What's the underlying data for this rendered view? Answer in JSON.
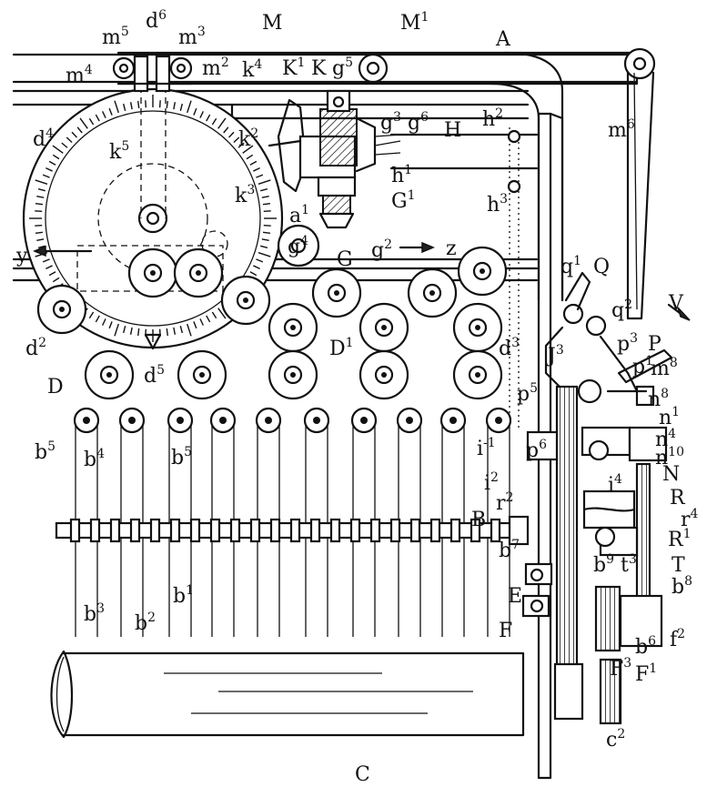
{
  "figure": {
    "background": "#ffffff",
    "ink": "#111111"
  },
  "labels": [
    {
      "id": "M",
      "base": "M",
      "sup": ""
    },
    {
      "id": "M1",
      "base": "M",
      "sup": "1"
    },
    {
      "id": "A",
      "base": "A",
      "sup": ""
    },
    {
      "id": "m5",
      "base": "m",
      "sup": "5"
    },
    {
      "id": "d6",
      "base": "d",
      "sup": "6"
    },
    {
      "id": "m3",
      "base": "m",
      "sup": "3"
    },
    {
      "id": "m4",
      "base": "m",
      "sup": "4"
    },
    {
      "id": "m2",
      "base": "m",
      "sup": "2"
    },
    {
      "id": "k4",
      "base": "k",
      "sup": "4"
    },
    {
      "id": "K1",
      "base": "K",
      "sup": "1"
    },
    {
      "id": "K",
      "base": "K",
      "sup": ""
    },
    {
      "id": "g5",
      "base": "g",
      "sup": "5"
    },
    {
      "id": "d4",
      "base": "d",
      "sup": "4"
    },
    {
      "id": "k5",
      "base": "k",
      "sup": "5"
    },
    {
      "id": "k2",
      "base": "k",
      "sup": "2"
    },
    {
      "id": "g3",
      "base": "g",
      "sup": "3"
    },
    {
      "id": "g6",
      "base": "g",
      "sup": "6"
    },
    {
      "id": "H",
      "base": "H",
      "sup": ""
    },
    {
      "id": "h2",
      "base": "h",
      "sup": "2"
    },
    {
      "id": "m6",
      "base": "m",
      "sup": "6"
    },
    {
      "id": "h1",
      "base": "h",
      "sup": "1"
    },
    {
      "id": "k3",
      "base": "k",
      "sup": "3"
    },
    {
      "id": "G1",
      "base": "G",
      "sup": "1"
    },
    {
      "id": "h3",
      "base": "h",
      "sup": "3"
    },
    {
      "id": "a1",
      "base": "a",
      "sup": "1"
    },
    {
      "id": "g4",
      "base": "g",
      "sup": "4"
    },
    {
      "id": "G",
      "base": "G",
      "sup": ""
    },
    {
      "id": "g2",
      "base": "g",
      "sup": "2"
    },
    {
      "id": "y",
      "base": "y",
      "sup": ""
    },
    {
      "id": "z",
      "base": "z",
      "sup": ""
    },
    {
      "id": "q1",
      "base": "q",
      "sup": "1"
    },
    {
      "id": "Q",
      "base": "Q",
      "sup": ""
    },
    {
      "id": "V",
      "base": "V",
      "sup": ""
    },
    {
      "id": "q2",
      "base": "q",
      "sup": "2"
    },
    {
      "id": "d2",
      "base": "d",
      "sup": "2"
    },
    {
      "id": "D1",
      "base": "D",
      "sup": "1"
    },
    {
      "id": "d3",
      "base": "d",
      "sup": "3"
    },
    {
      "id": "p3",
      "base": "p",
      "sup": "3"
    },
    {
      "id": "P",
      "base": "P",
      "sup": ""
    },
    {
      "id": "D",
      "base": "D",
      "sup": ""
    },
    {
      "id": "d5",
      "base": "d",
      "sup": "5"
    },
    {
      "id": "J3",
      "base": "J",
      "sup": "3"
    },
    {
      "id": "p1",
      "base": "p",
      "sup": "1"
    },
    {
      "id": "m8",
      "base": "m",
      "sup": "8"
    },
    {
      "id": "n8",
      "base": "n",
      "sup": "8"
    },
    {
      "id": "p5",
      "base": "p",
      "sup": "5"
    },
    {
      "id": "n1",
      "base": "n",
      "sup": "1"
    },
    {
      "id": "b5a",
      "base": "b",
      "sup": "5"
    },
    {
      "id": "b4",
      "base": "b",
      "sup": "4"
    },
    {
      "id": "b5b",
      "base": "b",
      "sup": "5"
    },
    {
      "id": "i1",
      "base": "i",
      "sup": "-1"
    },
    {
      "id": "n4",
      "base": "n",
      "sup": "4"
    },
    {
      "id": "p6",
      "base": "p",
      "sup": "6"
    },
    {
      "id": "n10",
      "base": "n",
      "sup": "10"
    },
    {
      "id": "i2",
      "base": "i",
      "sup": "2"
    },
    {
      "id": "N",
      "base": "N",
      "sup": ""
    },
    {
      "id": "B",
      "base": "B",
      "sup": ""
    },
    {
      "id": "r2",
      "base": "r",
      "sup": "2"
    },
    {
      "id": "i4",
      "base": "i",
      "sup": "4"
    },
    {
      "id": "R",
      "base": "R",
      "sup": ""
    },
    {
      "id": "r4",
      "base": "r",
      "sup": "4"
    },
    {
      "id": "R1",
      "base": "R",
      "sup": "1"
    },
    {
      "id": "b7",
      "base": "b",
      "sup": "7"
    },
    {
      "id": "b9",
      "base": "b",
      "sup": "9"
    },
    {
      "id": "t3",
      "base": "t",
      "sup": "3"
    },
    {
      "id": "T",
      "base": "T",
      "sup": ""
    },
    {
      "id": "b1",
      "base": "b",
      "sup": "1"
    },
    {
      "id": "b8",
      "base": "b",
      "sup": "8"
    },
    {
      "id": "b3",
      "base": "b",
      "sup": "3"
    },
    {
      "id": "b2",
      "base": "b",
      "sup": "2"
    },
    {
      "id": "E",
      "base": "E",
      "sup": ""
    },
    {
      "id": "F",
      "base": "F",
      "sup": ""
    },
    {
      "id": "b6",
      "base": "b",
      "sup": "6"
    },
    {
      "id": "f2",
      "base": "f",
      "sup": "2"
    },
    {
      "id": "F3",
      "base": "F",
      "sup": "3"
    },
    {
      "id": "F1",
      "base": "F",
      "sup": "1"
    },
    {
      "id": "C",
      "base": "C",
      "sup": ""
    },
    {
      "id": "c2",
      "base": "c",
      "sup": "2"
    }
  ]
}
